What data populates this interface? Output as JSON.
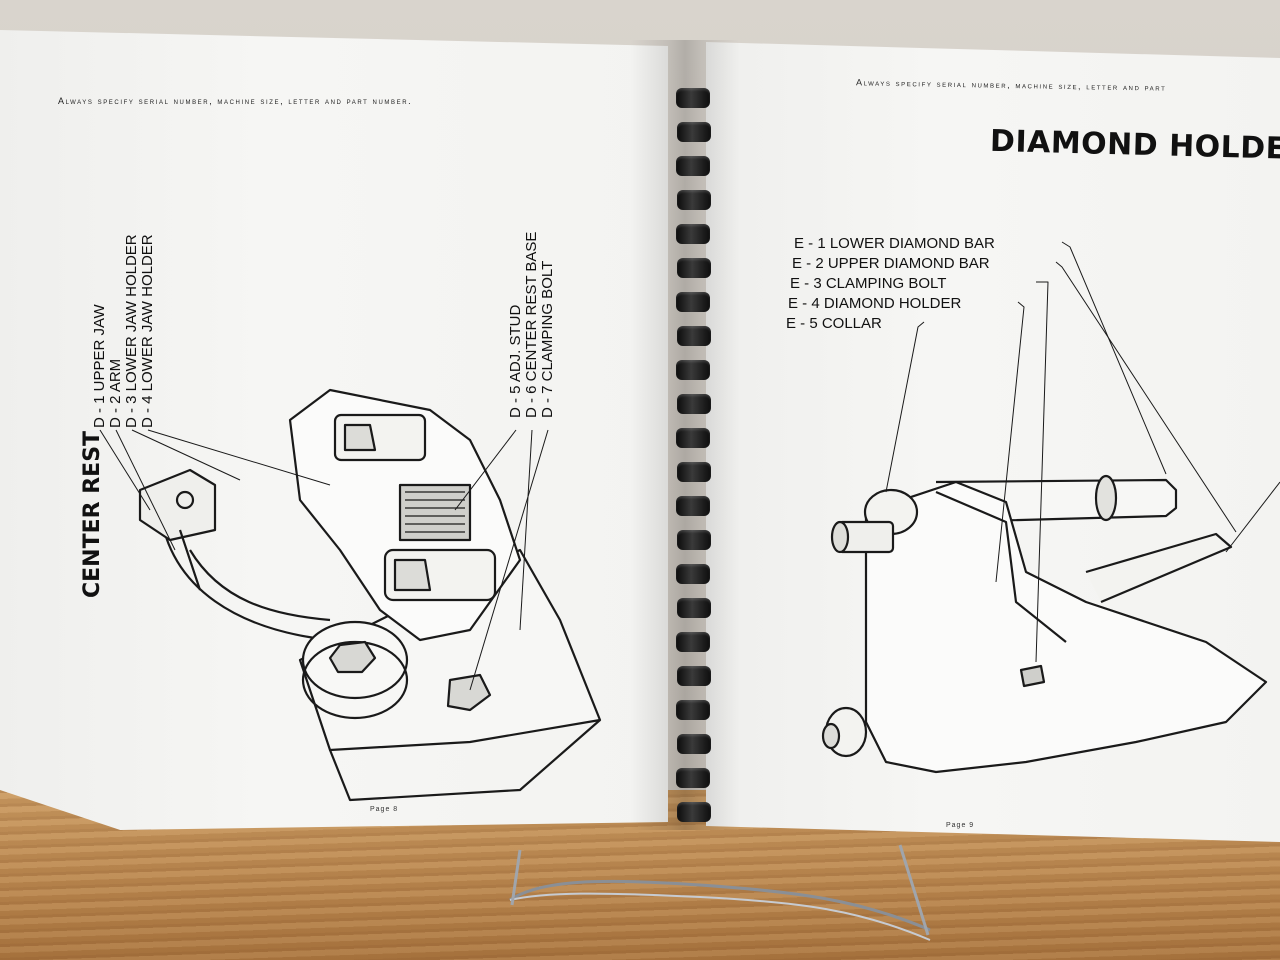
{
  "left_page": {
    "spec_line": "Always specify serial number, machine size, letter and part number.",
    "title": "CENTER REST",
    "labels": [
      "D - 1 UPPER JAW",
      "D - 2 ARM",
      "D - 3 LOWER JAW HOLDER",
      "D - 4 LOWER JAW HOLDER",
      "D - 5 ADJ. STUD",
      "D - 6 CENTER REST BASE",
      "D - 7 CLAMPING BOLT"
    ],
    "page_number": "Page 8"
  },
  "right_page": {
    "spec_line": "Always specify serial number, machine size, letter and part",
    "title": "DIAMOND HOLDER",
    "labels": [
      "E - 1 LOWER DIAMOND BAR",
      "E - 2 UPPER DIAMOND BAR",
      "E - 3 CLAMPING BOLT",
      "E - 4 DIAMOND HOLDER",
      "E - 5 COLLAR"
    ],
    "page_number": "Page 9"
  }
}
